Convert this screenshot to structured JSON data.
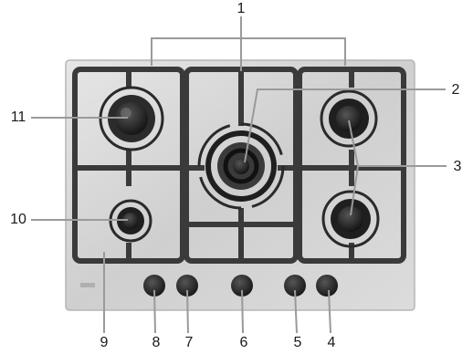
{
  "diagram": {
    "callouts": [
      {
        "id": "1",
        "label": "1"
      },
      {
        "id": "2",
        "label": "2"
      },
      {
        "id": "3",
        "label": "3"
      },
      {
        "id": "4",
        "label": "4"
      },
      {
        "id": "5",
        "label": "5"
      },
      {
        "id": "6",
        "label": "6"
      },
      {
        "id": "7",
        "label": "7"
      },
      {
        "id": "8",
        "label": "8"
      },
      {
        "id": "9",
        "label": "9"
      },
      {
        "id": "10",
        "label": "10"
      },
      {
        "id": "11",
        "label": "11"
      }
    ],
    "colors": {
      "hob_surface": "#d8d8d8",
      "grate": "#3a3a3a",
      "burner": "#1c1c1c",
      "knob": "#222222",
      "leader_line": "#9a9a9a",
      "label_text": "#1a1a1a"
    }
  }
}
